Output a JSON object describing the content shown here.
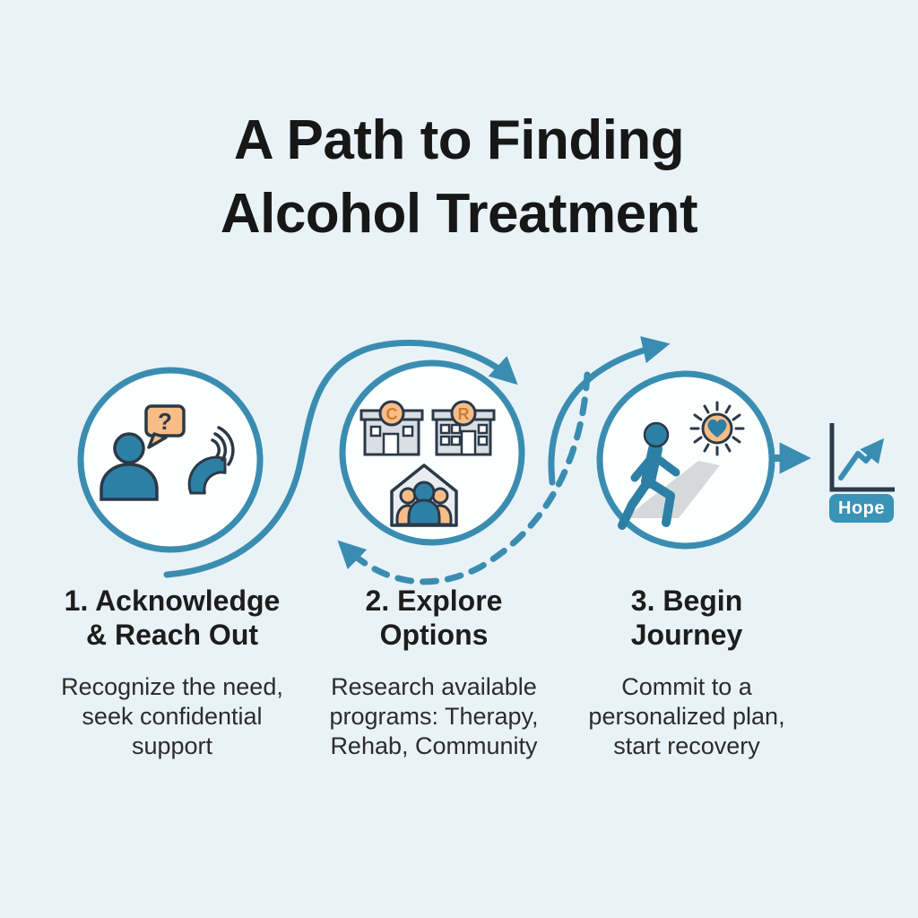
{
  "title": {
    "lines": [
      "A Path to Finding",
      "Alcohol Treatment"
    ]
  },
  "steps": [
    {
      "title_lines": [
        "1. Acknowledge",
        "& Reach Out"
      ],
      "desc_lines": [
        "Recognize the need,",
        "seek confidential",
        "support"
      ],
      "icons": [
        "person-icon",
        "question-bubble-icon",
        "phone-icon",
        "sound-waves-icon"
      ]
    },
    {
      "title_lines": [
        "2. Explore",
        "Options"
      ],
      "desc_lines": [
        "Research available",
        "programs: Therapy,",
        "Rehab, Community"
      ],
      "icons": [
        "clinic-building-icon",
        "rehab-building-icon",
        "community-house-icon"
      ]
    },
    {
      "title_lines": [
        "3. Begin",
        "Journey"
      ],
      "desc_lines": [
        "Commit to a",
        "personalized plan,",
        "start recovery"
      ],
      "icons": [
        "walking-person-icon",
        "sun-heart-icon",
        "path-shadow"
      ]
    }
  ],
  "glyphs": {
    "question_mark": "?",
    "building_c": "C",
    "building_r": "R"
  },
  "outcome": {
    "label": "Hope",
    "icon": "growth-chart-icon"
  },
  "theme": {
    "bg": "#e9f3f7",
    "teal": "#3a8db1",
    "icon_teal": "#2d80a5",
    "navy": "#2b3947",
    "orange": "#f8bd87",
    "orange_text": "#c67f38",
    "gray": "#d9dee2",
    "gray_light": "#e9edf0",
    "gray_path": "#d5d9dc",
    "circle_fill": "#fdffff",
    "badge": "#3994b8",
    "axis": "#2c3b4a",
    "title_text": "#171717",
    "body_text": "#2c2c2c"
  }
}
